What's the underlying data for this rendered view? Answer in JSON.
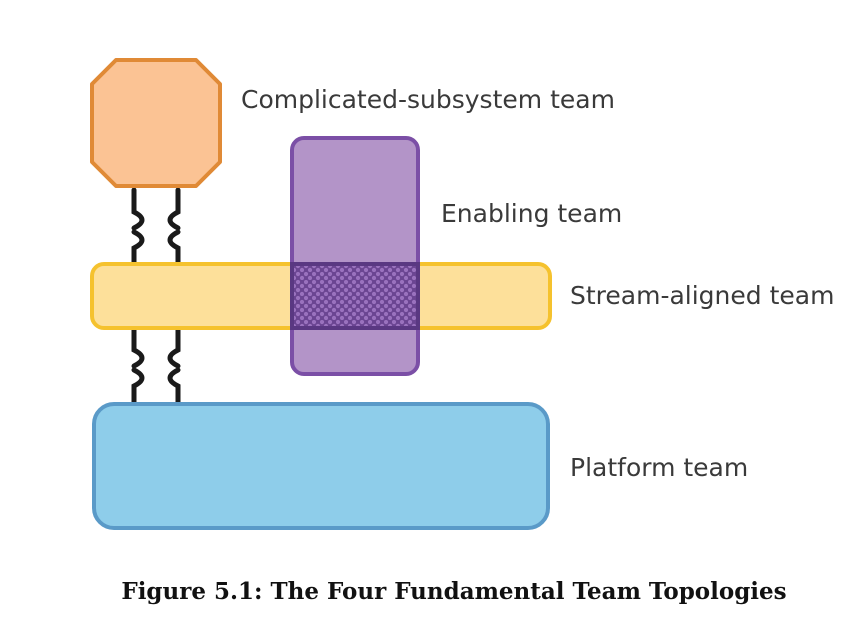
{
  "diagram": {
    "labels": {
      "complicated_subsystem": "Complicated-subsystem team",
      "enabling": "Enabling team",
      "stream_aligned": "Stream-aligned team",
      "platform": "Platform team"
    },
    "caption": "Figure 5.1: The Four Fundamental Team Topologies"
  },
  "colors": {
    "complicated_fill": "#FBC394",
    "complicated_stroke": "#E08A36",
    "enabling_fill": "#B394C8",
    "enabling_stroke": "#7B4FA6",
    "stream_fill": "#FDE09A",
    "stream_stroke": "#F5C22E",
    "platform_fill": "#8ECDEA",
    "platform_stroke": "#5A9AC8",
    "overlap_fill": "#6B4592",
    "overlap_dot": "#9A72BE",
    "connector": "#1a1a1a"
  }
}
